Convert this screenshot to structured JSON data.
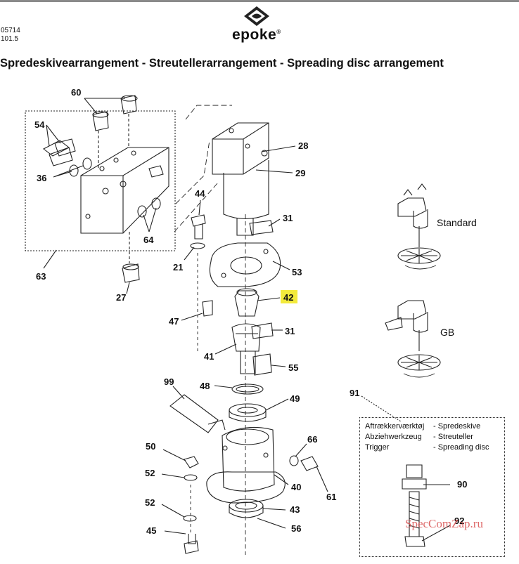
{
  "header": {
    "doc_number_line1": "05714",
    "doc_number_line2": "101.5",
    "brand": "epoke",
    "brand_symbol": "®"
  },
  "title": "Spredeskivearrangement - Streutellerarrangement - Spreading disc arrangement",
  "callouts": {
    "c60": "60",
    "c54": "54",
    "c36": "36",
    "c64": "64",
    "c63": "63",
    "c27": "27",
    "c28": "28",
    "c29": "29",
    "c44": "44",
    "c31a": "31",
    "c21": "21",
    "c53": "53",
    "c42": "42",
    "c47": "47",
    "c31b": "31",
    "c41": "41",
    "c55": "55",
    "c99": "99",
    "c48": "48",
    "c49": "49",
    "c50": "50",
    "c66": "66",
    "c52a": "52",
    "c40": "40",
    "c61": "61",
    "c52b": "52",
    "c43": "43",
    "c45": "45",
    "c56": "56",
    "c91": "91",
    "c90": "90",
    "c92": "92"
  },
  "highlight_callout": "42",
  "variants": {
    "standard": "Standard",
    "gb": "GB"
  },
  "tool_box": {
    "rows": [
      {
        "left": "Aftrækkerværktøj",
        "right": "- Spredeskive"
      },
      {
        "left": "Abziehwerkzeug",
        "right": "- Streuteller"
      },
      {
        "left": "Trigger",
        "right": "- Spreading disc"
      }
    ]
  },
  "watermark": "SpecComZap.ru",
  "colors": {
    "highlight": "#f3ea3c",
    "watermark": "#d95050"
  }
}
